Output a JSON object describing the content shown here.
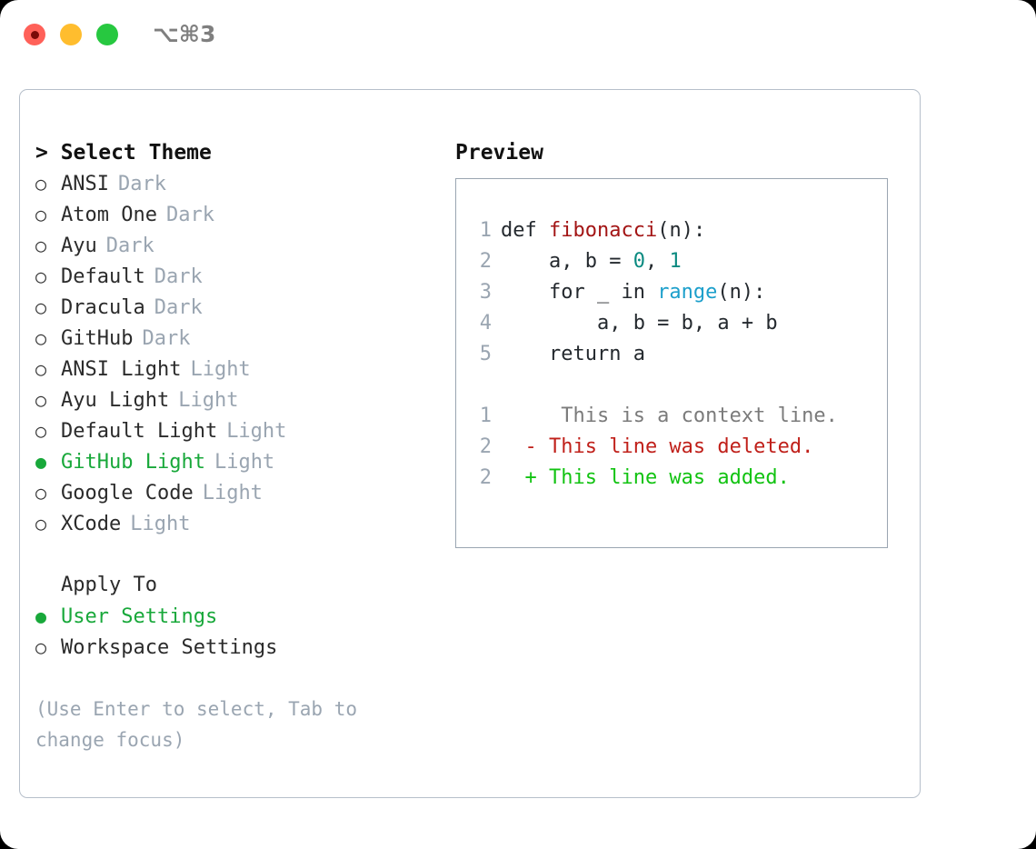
{
  "titlebar": {
    "shortcut": "⌥⌘3",
    "buttons": [
      {
        "name": "close",
        "color": "#ff6159"
      },
      {
        "name": "minimize",
        "color": "#ffbd2e"
      },
      {
        "name": "maximize",
        "color": "#27c840"
      }
    ]
  },
  "theme_panel": {
    "heading": "> Select Theme",
    "items": [
      {
        "marker": "○",
        "name": "ANSI",
        "variant": "Dark",
        "selected": false
      },
      {
        "marker": "○",
        "name": "Atom One",
        "variant": "Dark",
        "selected": false
      },
      {
        "marker": "○",
        "name": "Ayu",
        "variant": "Dark",
        "selected": false
      },
      {
        "marker": "○",
        "name": "Default",
        "variant": "Dark",
        "selected": false
      },
      {
        "marker": "○",
        "name": "Dracula",
        "variant": "Dark",
        "selected": false
      },
      {
        "marker": "○",
        "name": "GitHub",
        "variant": "Dark",
        "selected": false
      },
      {
        "marker": "○",
        "name": "ANSI Light",
        "variant": "Light",
        "selected": false
      },
      {
        "marker": "○",
        "name": "Ayu Light",
        "variant": "Light",
        "selected": false
      },
      {
        "marker": "○",
        "name": "Default Light",
        "variant": "Light",
        "selected": false
      },
      {
        "marker": "●",
        "name": "GitHub Light",
        "variant": "Light",
        "selected": true
      },
      {
        "marker": "○",
        "name": "Google Code",
        "variant": "Light",
        "selected": false
      },
      {
        "marker": "○",
        "name": "XCode",
        "variant": "Light",
        "selected": false
      }
    ]
  },
  "apply_to": {
    "heading": "Apply To",
    "items": [
      {
        "marker": "●",
        "name": "User Settings",
        "selected": true
      },
      {
        "marker": "○",
        "name": "Workspace Settings",
        "selected": false
      }
    ]
  },
  "hint": "(Use Enter to select, Tab to change focus)",
  "preview": {
    "heading": "Preview",
    "code_lines": [
      {
        "lineno": "1",
        "tokens": [
          {
            "t": "def ",
            "c": "plain"
          },
          {
            "t": "fibonacci",
            "c": "func"
          },
          {
            "t": "(n):",
            "c": "plain"
          }
        ]
      },
      {
        "lineno": "2",
        "tokens": [
          {
            "t": "    a, b = ",
            "c": "plain"
          },
          {
            "t": "0",
            "c": "num"
          },
          {
            "t": ", ",
            "c": "plain"
          },
          {
            "t": "1",
            "c": "num"
          }
        ]
      },
      {
        "lineno": "3",
        "tokens": [
          {
            "t": "    for _ in ",
            "c": "plain"
          },
          {
            "t": "range",
            "c": "call"
          },
          {
            "t": "(n):",
            "c": "plain"
          }
        ]
      },
      {
        "lineno": "4",
        "tokens": [
          {
            "t": "        a, b = b, a + b",
            "c": "plain"
          }
        ]
      },
      {
        "lineno": "5",
        "tokens": [
          {
            "t": "    return a",
            "c": "plain"
          }
        ]
      }
    ],
    "diff_lines": [
      {
        "lineno": "1",
        "sign": " ",
        "text": "  This is a context line.",
        "kind": "ctx"
      },
      {
        "lineno": "2",
        "sign": "-",
        "text": " This line was deleted.",
        "kind": "del"
      },
      {
        "lineno": "2",
        "sign": "+",
        "text": " This line was added.",
        "kind": "add"
      }
    ]
  },
  "colors": {
    "accent_green": "#18a83a",
    "muted": "#9aa5b1",
    "border": "#b6bfca",
    "code_function": "#a31515",
    "code_number": "#0a8a80",
    "code_call": "#1c9fcb",
    "diff_deleted": "#c0201a",
    "diff_added": "#12c312"
  }
}
